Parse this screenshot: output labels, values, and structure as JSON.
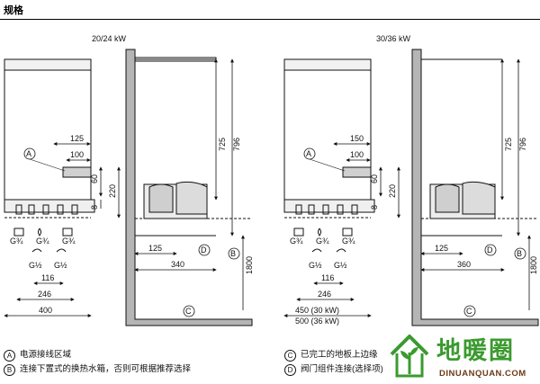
{
  "header": {
    "title": "规格"
  },
  "left": {
    "model": "20/24 kW",
    "dims": {
      "d125": "125",
      "d100": "100",
      "d60": "60",
      "d220": "220",
      "d8": "8",
      "d725": "725",
      "d796": "796",
      "w125": "125",
      "w340": "340",
      "w116": "116",
      "w246": "246",
      "w400": "400",
      "d1800": "1800"
    },
    "fittings": [
      "G¾",
      "G½",
      "G½",
      "G¾"
    ],
    "gas": "G¾"
  },
  "right": {
    "model": "30/36 kW",
    "dims": {
      "d150": "150",
      "d100": "100",
      "d60": "60",
      "d220": "220",
      "d8": "8",
      "d725": "725",
      "d796": "796",
      "w125": "125",
      "w360": "360",
      "w116": "116",
      "w246": "246",
      "w450": "450 (30 kW)",
      "w500": "500 (36 kW)",
      "d1800": "1800"
    },
    "fittings": [
      "G¾",
      "G½",
      "G½",
      "G¾"
    ],
    "gas": "G¾"
  },
  "markers": {
    "a": "A",
    "b": "B",
    "c": "C",
    "d": "D"
  },
  "legend": [
    {
      "mark": "A",
      "text": "电源接线区域"
    },
    {
      "mark": "B",
      "text": "连接下置式的换热水箱，否则可根据推荐选择"
    },
    {
      "mark": "C",
      "text": "已完工的地板上边缘"
    },
    {
      "mark": "D",
      "text": "阀门组件连接(选择项)"
    }
  ],
  "logo": {
    "main": "地暖圈",
    "sub": "DINUANQUAN.COM"
  },
  "colors": {
    "logo_green": "#3b9a2f",
    "logo_brown": "#6b3a16",
    "wall": "#b5b5b5"
  }
}
